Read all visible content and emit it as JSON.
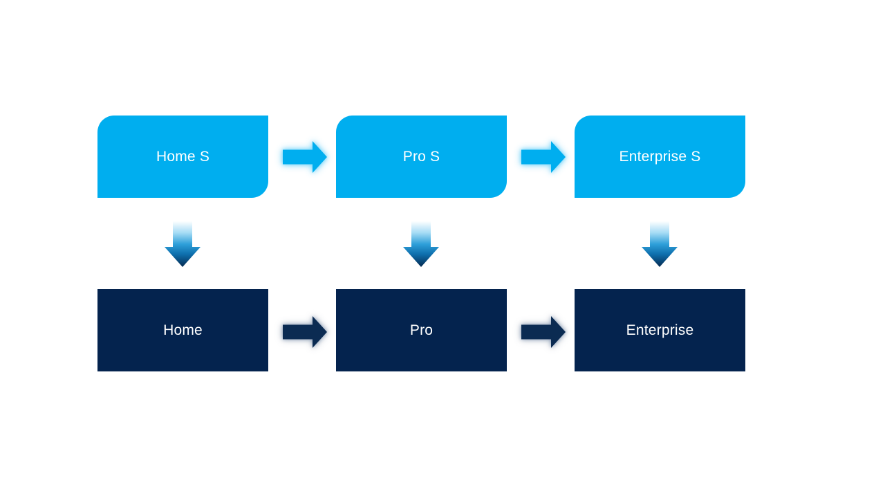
{
  "colors": {
    "background": "#FFFFFF",
    "box_light": "#00AEEF",
    "box_dark": "#04234E",
    "label_text": "#FFFFFF",
    "arrow_light": "#00AEEF",
    "arrow_dark": "#0B2B52",
    "down_arrow_gradient": {
      "top": "#FDFEFF",
      "upper": "#A6DCF5",
      "mid": "#2E9FD9",
      "lower": "#0E6FAD",
      "bottom": "#052A50"
    }
  },
  "diagram": {
    "kind": "upgrade-process-flow",
    "top_row": {
      "items": [
        {
          "label": "Home S"
        },
        {
          "label": "Pro S"
        },
        {
          "label": "Enterprise S"
        }
      ]
    },
    "bottom_row": {
      "items": [
        {
          "label": "Home"
        },
        {
          "label": "Pro"
        },
        {
          "label": "Enterprise"
        }
      ]
    },
    "icons": {
      "horizontal_connector": "right-arrow-icon",
      "vertical_connector": "down-arrow-icon"
    }
  }
}
